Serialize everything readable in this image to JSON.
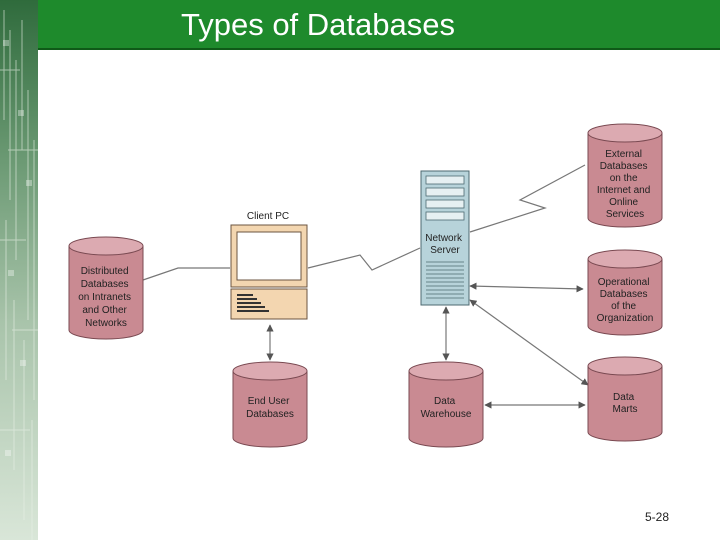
{
  "slide": {
    "title": "Types of Databases",
    "page_number": "5-28"
  },
  "colors": {
    "header_bg": "#1e8a2c",
    "database_fill": "#c98a92",
    "server_fill": "#b7d3da",
    "pc_fill": "#f3d6b0"
  },
  "diagram": {
    "client_pc_label": "Client PC",
    "server_label": [
      "Network",
      "Server"
    ],
    "databases": {
      "distributed": [
        "Distributed",
        "Databases",
        "on Intranets",
        "and Other",
        "Networks"
      ],
      "end_user": [
        "End User",
        "Databases"
      ],
      "warehouse": [
        "Data",
        "Warehouse"
      ],
      "external": [
        "External",
        "Databases",
        "on the",
        "Internet and",
        "Online",
        "Services"
      ],
      "operational": [
        "Operational",
        "Databases",
        "of the",
        "Organization"
      ],
      "marts": [
        "Data",
        "Marts"
      ]
    }
  }
}
